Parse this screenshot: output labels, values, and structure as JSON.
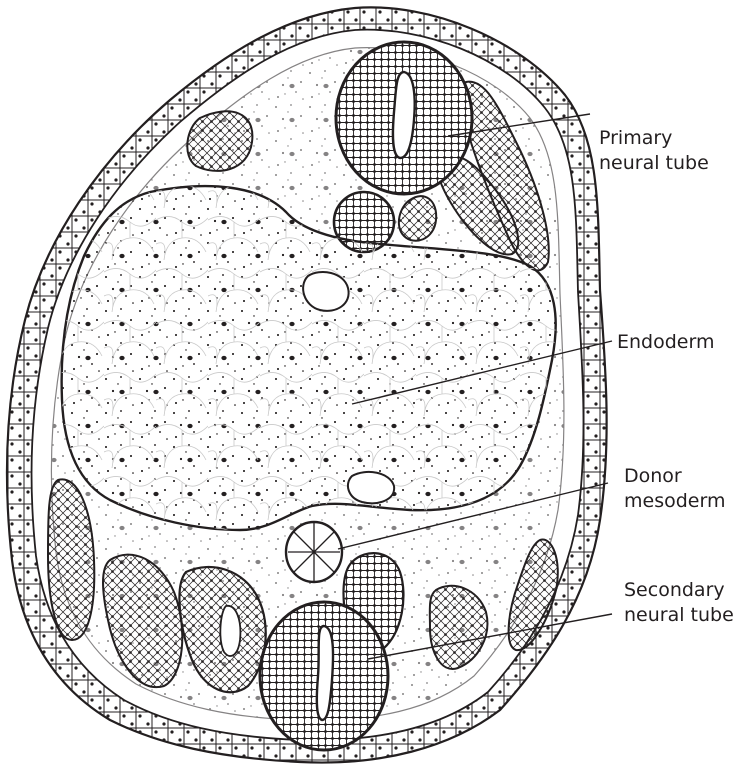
{
  "labels": {
    "primary_neural_tube": [
      "Primary",
      "neural tube"
    ],
    "endoderm": [
      "Endoderm"
    ],
    "donor_mesoderm": [
      "Donor",
      "mesoderm"
    ],
    "secondary_neural_tube": [
      "Secondary",
      "neural tube"
    ]
  },
  "colors": {
    "ink": "#231f20",
    "paper": "#ffffff"
  }
}
